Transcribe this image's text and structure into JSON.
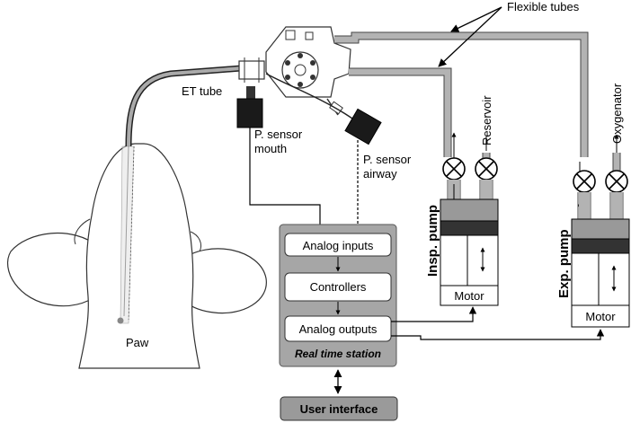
{
  "labels": {
    "flexible_tubes": "Flexible tubes",
    "et_tube": "ET tube",
    "reservoir": "Reservoir",
    "oxygenator": "Oxygenator",
    "p_sensor_mouth_line1": "P. sensor",
    "p_sensor_mouth_line2": "mouth",
    "p_sensor_airway_line1": "P. sensor",
    "p_sensor_airway_line2": "airway",
    "insp_pump": "Insp. pump",
    "exp_pump": "Exp. pump",
    "motor": "Motor",
    "analog_inputs": "Analog inputs",
    "controllers": "Controllers",
    "analog_outputs": "Analog outputs",
    "real_time_station": "Real time station",
    "user_interface": "User interface",
    "paw": "Paw"
  },
  "colors": {
    "tube_fill": "#b3b3b3",
    "station_fill": "#a6a6a6",
    "piston_dark": "#333333",
    "cylinder_top": "#999999",
    "sensor_fill": "#1a1a1a",
    "ui_fill": "#9a9a9a"
  }
}
